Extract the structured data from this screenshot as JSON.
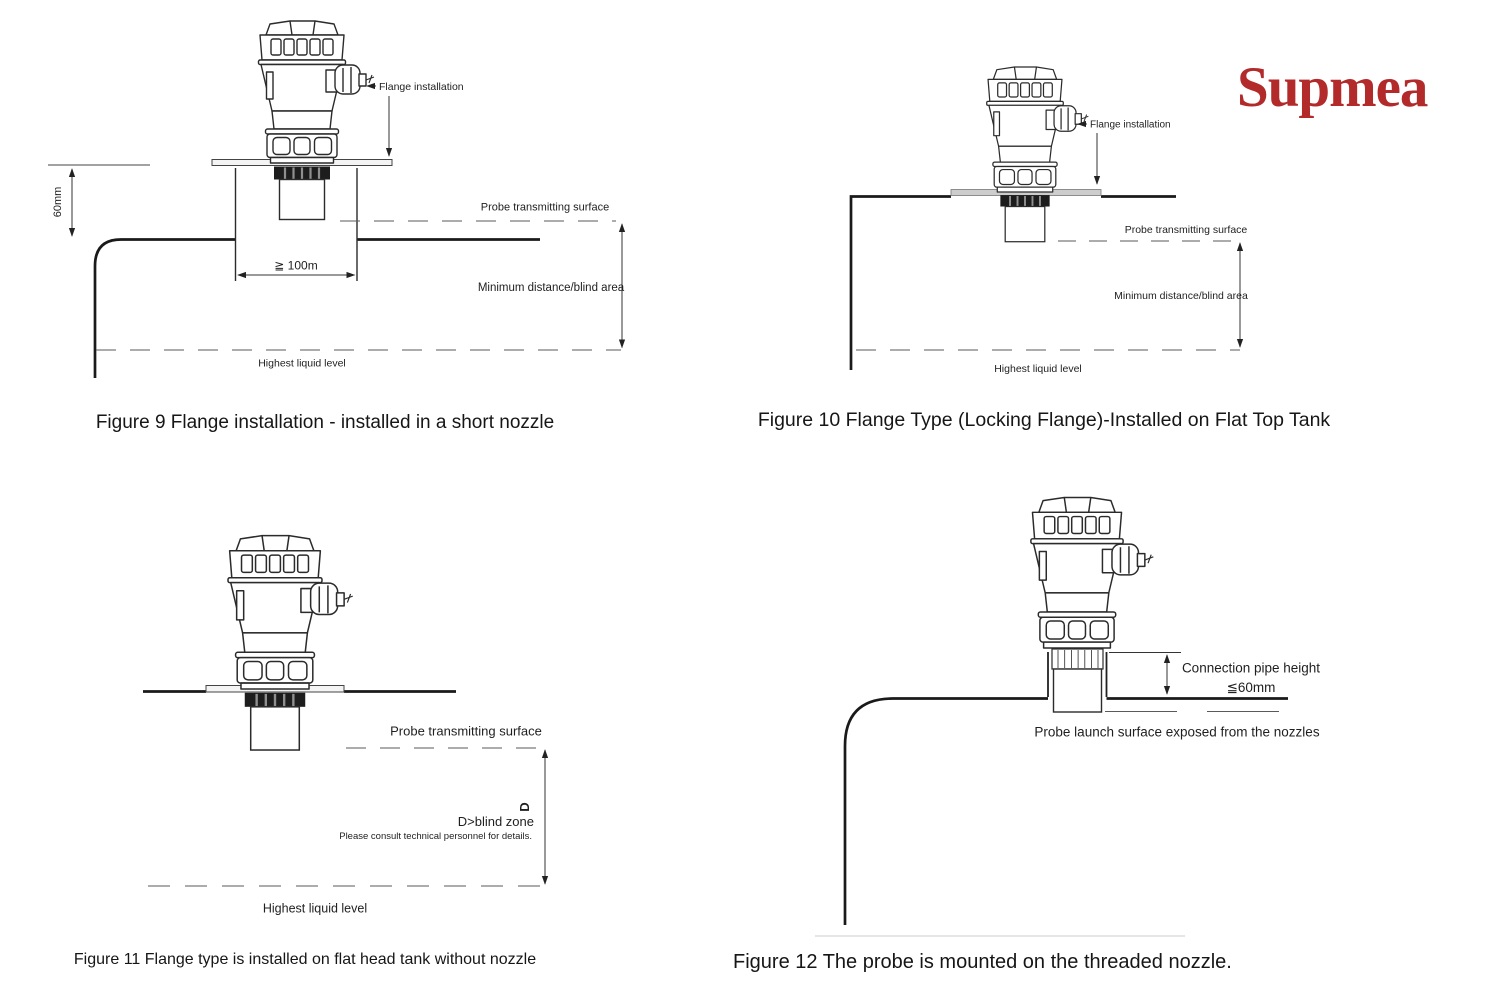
{
  "logo": {
    "text": "Supmea",
    "color": "#b22a2a"
  },
  "colors": {
    "ink": "#2b2b2b",
    "thick_line": "#1a1a1a",
    "dash": "#5a5a5a"
  },
  "figure9": {
    "caption": "Figure 9 Flange installation - installed in a short nozzle",
    "labels": {
      "flange_installation": "Flange installation",
      "probe_surface": "Probe transmitting surface",
      "min_distance": "Minimum distance/blind area",
      "highest_level": "Highest liquid level",
      "nozzle_height": "60mm",
      "nozzle_width": "≧ 100m"
    }
  },
  "figure10": {
    "caption": "Figure 10 Flange Type (Locking Flange)-Installed on Flat Top Tank",
    "labels": {
      "flange_installation": "Flange installation",
      "probe_surface": "Probe transmitting surface",
      "min_distance": "Minimum distance/blind area",
      "highest_level": "Highest liquid level"
    }
  },
  "figure11": {
    "caption": "Figure 11 Flange type is installed on flat head tank without nozzle",
    "labels": {
      "probe_surface": "Probe transmitting surface",
      "dim_d": "D",
      "blind_zone": "D>blind zone",
      "consult": "Please consult technical personnel for details.",
      "highest_level": "Highest liquid level"
    }
  },
  "figure12": {
    "caption": "Figure 12 The probe is mounted on the threaded nozzle.",
    "labels": {
      "pipe_height": "Connection pipe height",
      "pipe_height_value": "≦60mm",
      "probe_exposed": "Probe launch surface exposed from the nozzles"
    }
  }
}
